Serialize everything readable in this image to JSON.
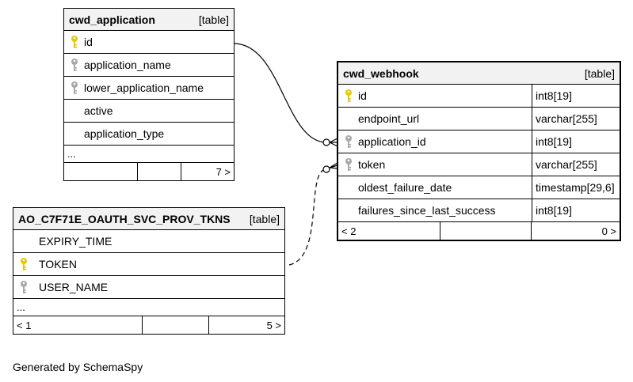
{
  "tables": {
    "cwd_application": {
      "name": "cwd_application",
      "kind": "[table]",
      "columns": [
        {
          "name": "id",
          "key": "primary"
        },
        {
          "name": "application_name",
          "key": "index"
        },
        {
          "name": "lower_application_name",
          "key": "index"
        },
        {
          "name": "active",
          "key": "none"
        },
        {
          "name": "application_type",
          "key": "none"
        }
      ],
      "ellipsis": "...",
      "footer": {
        "left": "",
        "middle": "",
        "right": "7 >"
      }
    },
    "cwd_webhook": {
      "name": "cwd_webhook",
      "kind": "[table]",
      "columns": [
        {
          "name": "id",
          "type": "int8[19]",
          "key": "primary"
        },
        {
          "name": "endpoint_url",
          "type": "varchar[255]",
          "key": "none"
        },
        {
          "name": "application_id",
          "type": "int8[19]",
          "key": "index"
        },
        {
          "name": "token",
          "type": "varchar[255]",
          "key": "index"
        },
        {
          "name": "oldest_failure_date",
          "type": "timestamp[29,6]",
          "key": "none"
        },
        {
          "name": "failures_since_last_success",
          "type": "int8[19]",
          "key": "none"
        }
      ],
      "footer": {
        "left": "< 2",
        "middle": "",
        "right": "0 >"
      }
    },
    "ao_oauth": {
      "name": "AO_C7F71E_OAUTH_SVC_PROV_TKNS",
      "kind": "[table]",
      "columns": [
        {
          "name": "EXPIRY_TIME",
          "key": "none"
        },
        {
          "name": "TOKEN",
          "key": "primary"
        },
        {
          "name": "USER_NAME",
          "key": "index"
        }
      ],
      "ellipsis": "...",
      "footer": {
        "left": "< 1",
        "middle": "",
        "right": "5 >"
      }
    }
  },
  "generated_by": "Generated by SchemaSpy",
  "colors": {
    "primary_key": "#e6c800",
    "index_key": "#a8a8a8",
    "header_bg": "#f2f2f2"
  }
}
